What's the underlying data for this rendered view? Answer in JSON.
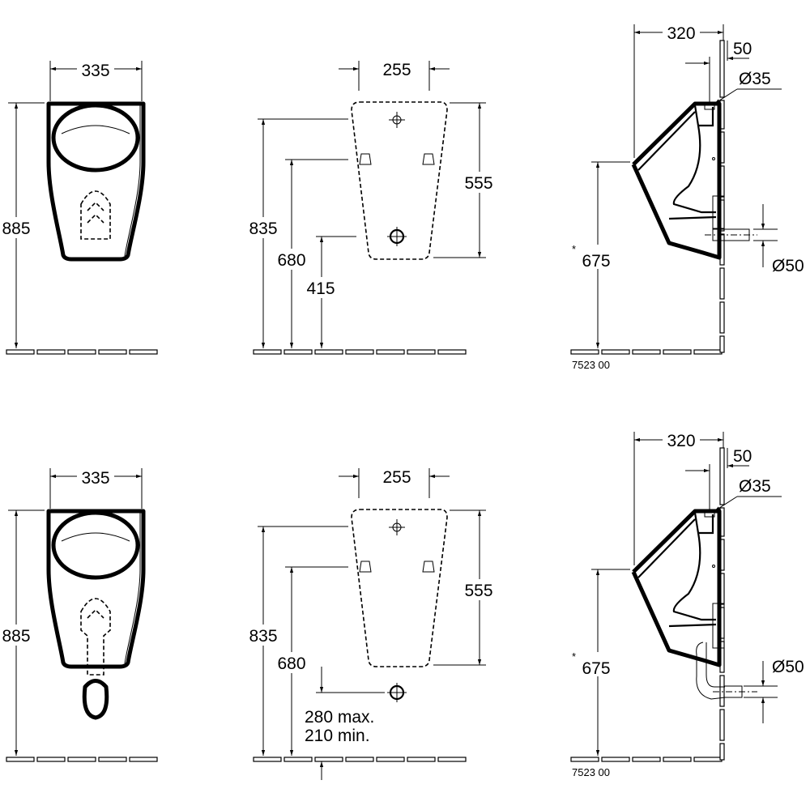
{
  "top": {
    "front": {
      "width": "335",
      "height": "885"
    },
    "template": {
      "width": "255",
      "height": "555",
      "h1": "835",
      "h2": "680",
      "h3": "415"
    },
    "side": {
      "depth": "320",
      "wall": "50",
      "inlet": "Ø35",
      "rim": "675",
      "asterisk": "*",
      "outlet": "Ø50",
      "code": "7523 00"
    }
  },
  "bottom": {
    "front": {
      "width": "335",
      "height": "885"
    },
    "template": {
      "width": "255",
      "height": "555",
      "h1": "835",
      "h2": "680",
      "h3a": "280 max.",
      "h3b": "210 min."
    },
    "side": {
      "depth": "320",
      "wall": "50",
      "inlet": "Ø35",
      "rim": "675",
      "asterisk": "*",
      "outlet": "Ø50",
      "code": "7523 00"
    }
  }
}
